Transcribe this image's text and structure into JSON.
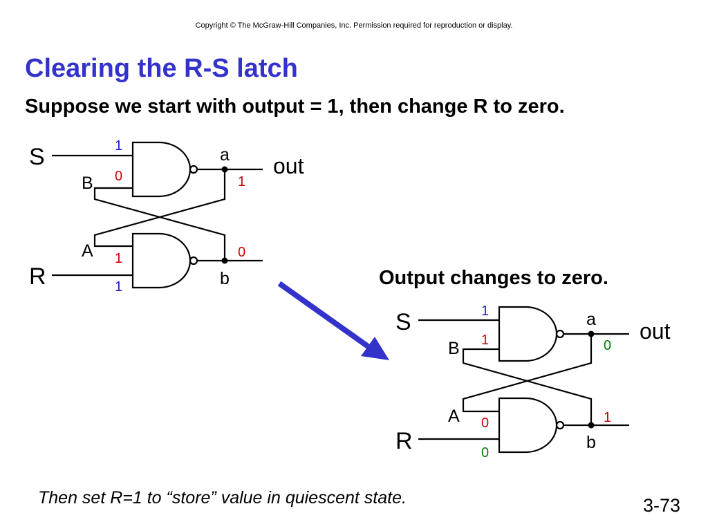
{
  "copyright": "Copyright © The McGraw-Hill Companies, Inc. Permission required for reproduction or display.",
  "title": "Clearing the R-S latch",
  "subtitle": "Suppose we start with output = 1, then change R to zero.",
  "output_note": "Output changes to zero.",
  "footer_note": "Then set R=1 to “store” value in quiescent state.",
  "slide_number": "3-73",
  "colors": {
    "title": "#3333cc",
    "value_blue": "#1a1acc",
    "value_red": "#cc0000",
    "value_green": "#008000",
    "arrow": "#3333cc"
  },
  "latch_before": {
    "labels": {
      "S": "S",
      "R": "R",
      "A": "A",
      "B": "B",
      "a": "a",
      "b": "b",
      "out": "out"
    },
    "values": {
      "S": "1",
      "B": "0",
      "a": "1",
      "A": "1",
      "R": "1",
      "b": "0"
    }
  },
  "latch_after": {
    "labels": {
      "S": "S",
      "R": "R",
      "A": "A",
      "B": "B",
      "a": "a",
      "b": "b",
      "out": "out"
    },
    "values": {
      "S": "1",
      "B": "1",
      "a": "0",
      "A": "0",
      "R": "0",
      "b": "1"
    }
  }
}
